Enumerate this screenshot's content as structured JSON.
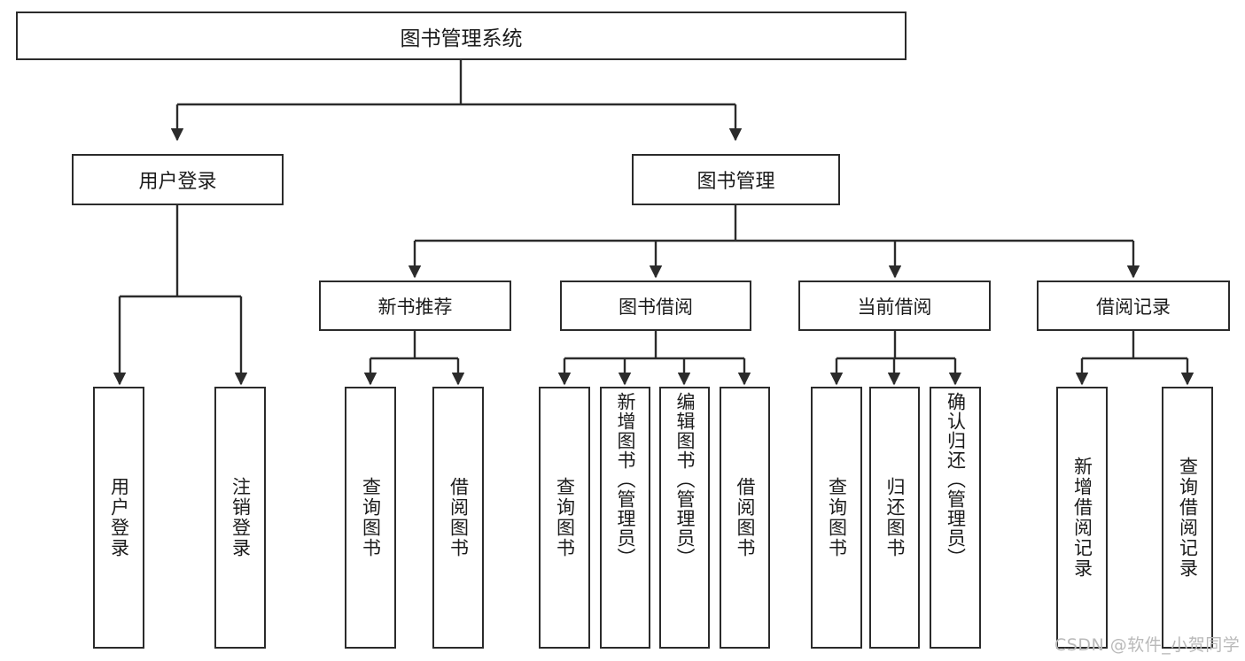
{
  "diagram": {
    "title": "图书管理系统",
    "type": "hierarchy-tree",
    "watermark": "CSDN @软件_小贺同学",
    "root": {
      "label": "图书管理系统"
    },
    "level1": [
      {
        "label": "用户登录"
      },
      {
        "label": "图书管理"
      }
    ],
    "level2": [
      {
        "label": "新书推荐"
      },
      {
        "label": "图书借阅"
      },
      {
        "label": "当前借阅"
      },
      {
        "label": "借阅记录"
      }
    ],
    "leaves": {
      "user_login": [
        {
          "label": "用户登录"
        },
        {
          "label": "注销登录"
        }
      ],
      "new_book": [
        {
          "label": "查询图书"
        },
        {
          "label": "借阅图书"
        }
      ],
      "borrow": [
        {
          "label": "查询图书"
        },
        {
          "label": "新增图书（管理员）"
        },
        {
          "label": "编辑图书（管理员）"
        },
        {
          "label": "借阅图书"
        }
      ],
      "current": [
        {
          "label": "查询图书"
        },
        {
          "label": "归还图书"
        },
        {
          "label": "确认归还（管理员）"
        }
      ],
      "records": [
        {
          "label": "新增借阅记录"
        },
        {
          "label": "查询借阅记录"
        }
      ]
    }
  }
}
